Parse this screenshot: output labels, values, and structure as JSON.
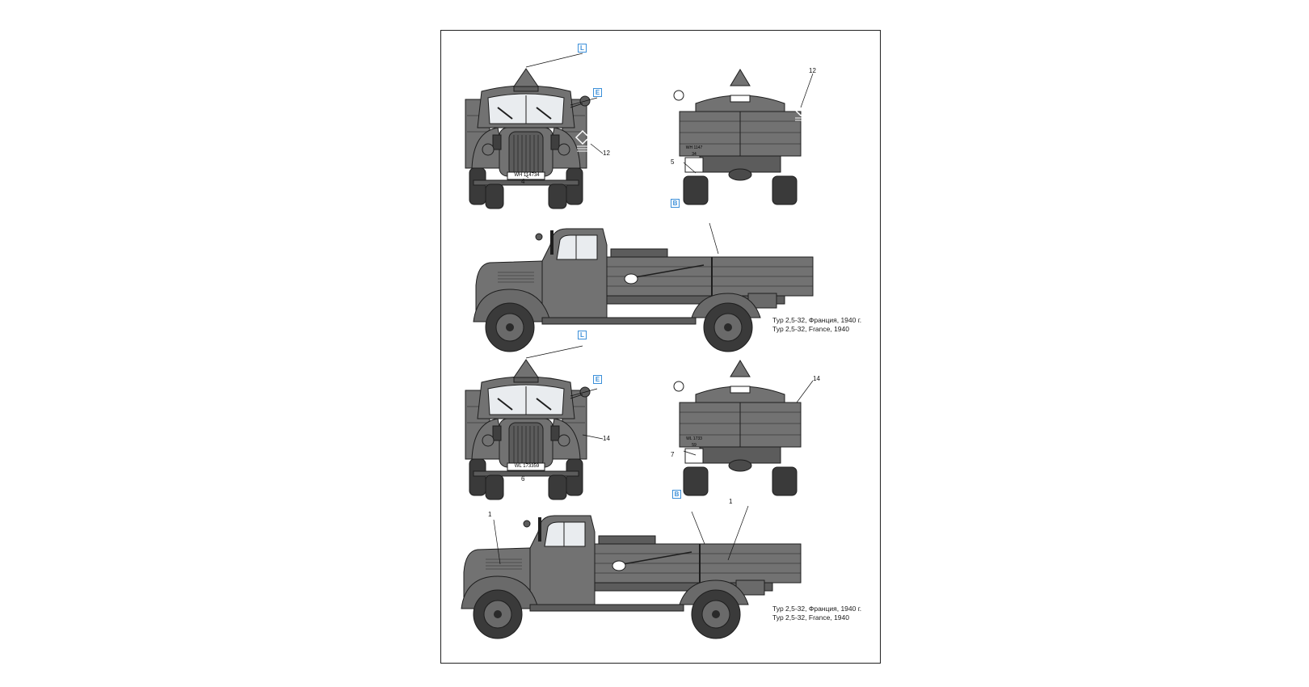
{
  "colors": {
    "paint": "#727272",
    "paint_dark": "#5c5c5c",
    "tire": "#3a3a3a",
    "outline": "#1e1e1e",
    "marker": "#3b8fd9"
  },
  "set1": {
    "front": {
      "tag_top": "L",
      "tag_side": "E",
      "plate": "WH 114734",
      "callout_plate": "4",
      "callout_marking": "12"
    },
    "rear": {
      "plate": "WH 114734",
      "callout_plate": "5",
      "callout_marking": "12"
    },
    "side": {
      "tag": "B"
    },
    "caption_ru": "Typ 2,5-32, Франция, 1940 г.",
    "caption_en": "Typ 2,5-32, France, 1940"
  },
  "set2": {
    "front": {
      "tag_top": "L",
      "tag_side": "E",
      "plate": "WL 173359",
      "callout_plate": "6",
      "callout_marking": "14"
    },
    "rear": {
      "plate": "WL 173359",
      "callout_plate": "7",
      "callout_marking": "14"
    },
    "side": {
      "tag": "B",
      "callout_hood": "1",
      "callout_bed": "1"
    },
    "caption_ru": "Typ 2,5-32, Франция, 1940 г.",
    "caption_en": "Typ 2,5-32, France, 1940"
  }
}
